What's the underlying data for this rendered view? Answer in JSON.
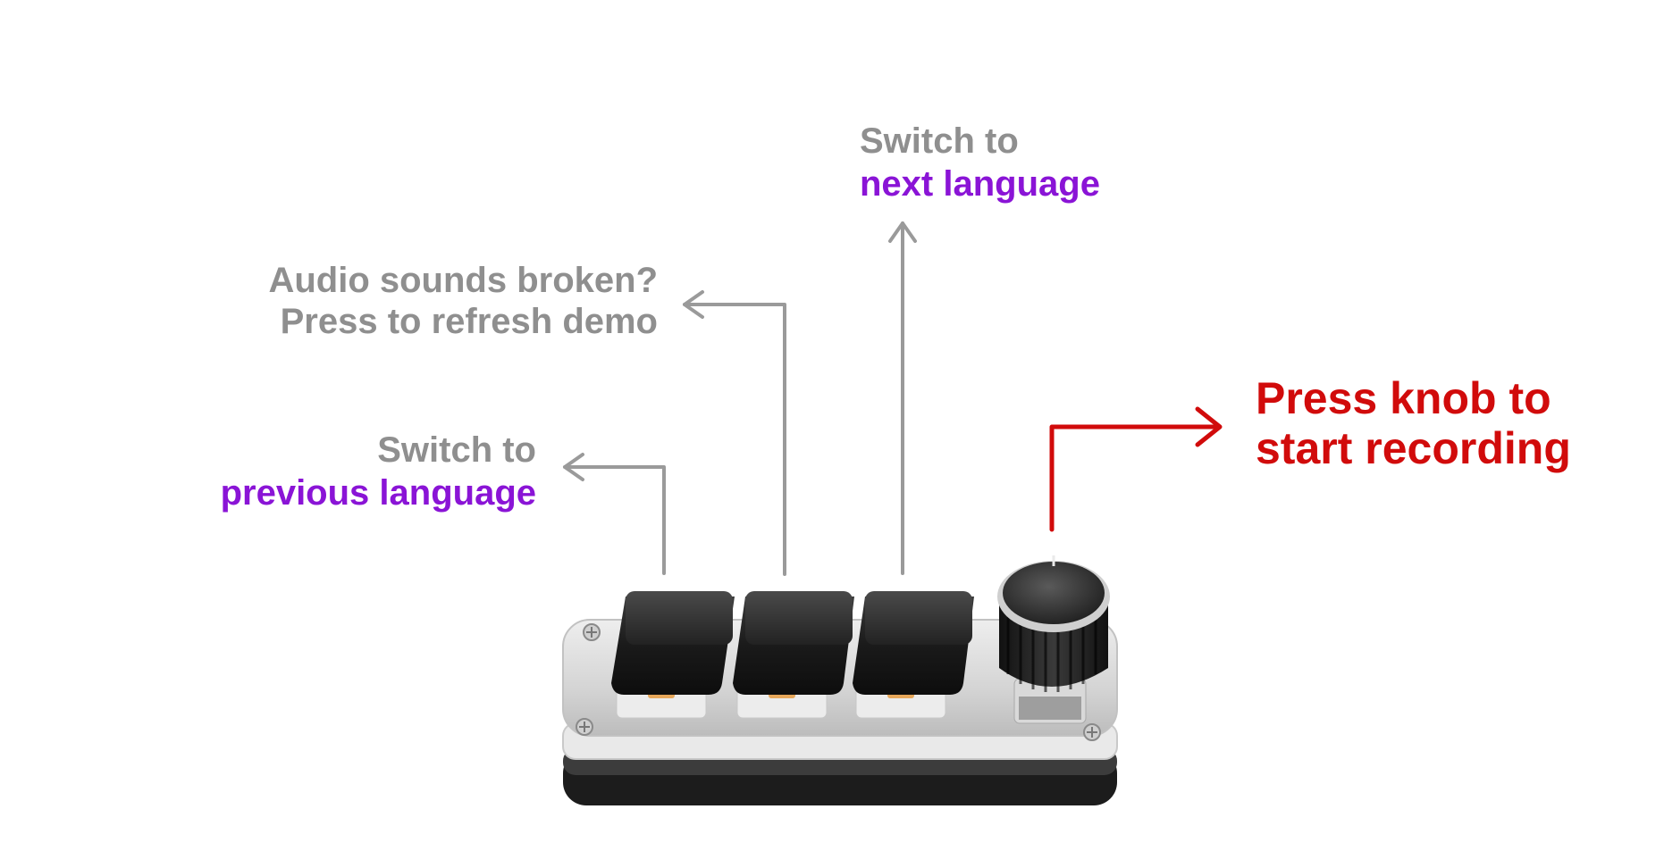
{
  "annotations": {
    "previous_language": {
      "line1": "Switch to",
      "line2": "previous language"
    },
    "refresh_demo": {
      "line1": "Audio sounds broken?",
      "line2": "Press to refresh demo"
    },
    "next_language": {
      "line1": "Switch to",
      "line2": "next language"
    },
    "start_recording": {
      "line1": "Press knob to",
      "line2": "start recording"
    }
  },
  "colors": {
    "label_gray": "#8f8f8f",
    "accent_purple": "#8a14d6",
    "accent_red": "#d10b0b",
    "arrow_gray": "#9a9a9a"
  },
  "device": {
    "keys": [
      "previous-language-key",
      "refresh-demo-key",
      "next-language-key"
    ],
    "knob": "record-knob"
  }
}
